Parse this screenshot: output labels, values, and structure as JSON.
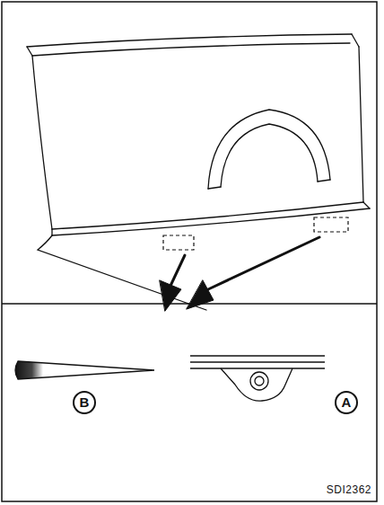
{
  "diagram": {
    "labels": [
      "B",
      "A",
      "SDI2362"
    ]
  }
}
